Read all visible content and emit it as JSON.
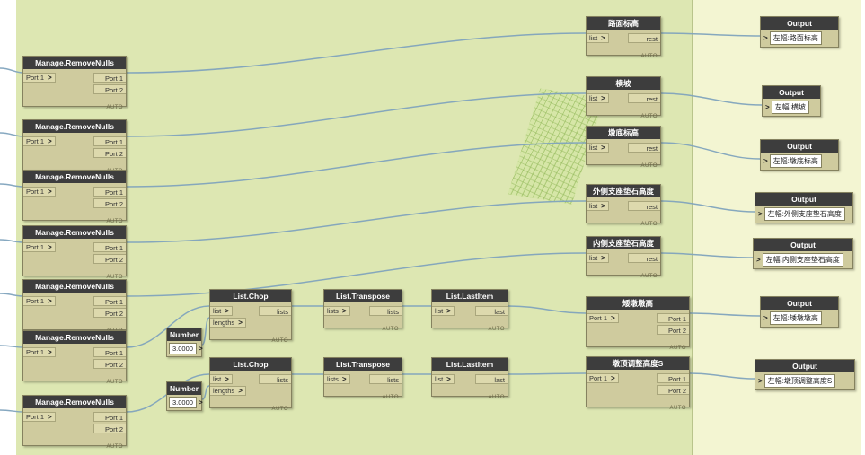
{
  "ui": {
    "chevron": ">",
    "auto": "AUTO"
  },
  "defs": {
    "remove_nulls": {
      "title": "Manage.RemoveNulls",
      "in1": "Port 1",
      "out1": "Port 1",
      "out2": "Port 2"
    },
    "chop": {
      "title": "List.Chop",
      "in1": "list",
      "in2": "lengths",
      "out1": "lists"
    },
    "transpose": {
      "title": "List.Transpose",
      "in1": "lists",
      "out1": "lists"
    },
    "lastitem": {
      "title": "List.LastItem",
      "in1": "list",
      "out1": "last"
    },
    "number": {
      "title": "Number",
      "value": "3.0000"
    }
  },
  "mid_nodes": [
    {
      "title": "路面标高",
      "in1": "list",
      "out1": "rest"
    },
    {
      "title": "横坡",
      "in1": "list",
      "out1": "rest"
    },
    {
      "title": "墩底标高",
      "in1": "list",
      "out1": "rest"
    },
    {
      "title": "外侧支座垫石高度",
      "in1": "list",
      "out1": "rest"
    },
    {
      "title": "内侧支座垫石高度",
      "in1": "list",
      "out1": "rest"
    }
  ],
  "pier_nodes": [
    {
      "title": "矮墩墩高",
      "in1": "Port 1",
      "out1": "Port 1",
      "out2": "Port 2"
    },
    {
      "title": "墩顶调整高度S",
      "in1": "Port 1",
      "out1": "Port 1",
      "out2": "Port 2"
    }
  ],
  "outputs": [
    {
      "title": "Output",
      "label": "左幅:路面标高"
    },
    {
      "title": "Output",
      "label": "左幅:横坡"
    },
    {
      "title": "Output",
      "label": "左幅:墩底标高"
    },
    {
      "title": "Output",
      "label": "左幅:外侧支座垫石高度"
    },
    {
      "title": "Output",
      "label": "左幅:内侧支座垫石高度"
    },
    {
      "title": "Output",
      "label": "左幅:矮墩墩高"
    },
    {
      "title": "Output",
      "label": "左幅:墩顶调整高度S"
    }
  ],
  "colors": {
    "wire": "#7fa3bd",
    "group_left": "#dde7b2",
    "group_right": "#f3f5d2",
    "node_header": "#3d3d3d"
  }
}
